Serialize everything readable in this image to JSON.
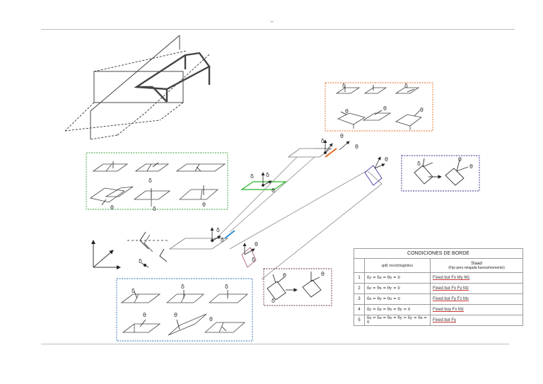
{
  "page": {
    "header_mark": "–"
  },
  "symbols": {
    "theta": "θ",
    "delta": "δ"
  },
  "colors": {
    "green_box": "#3aa03a",
    "orange_box": "#e06a1a",
    "blue_box": "#2a6fb5",
    "navy_box": "#2a2a8a",
    "maroon_box": "#6a2a3a",
    "green_plate_edge": "#2bb52b",
    "orange_plate_edge": "#e0641a",
    "blue_plate_edge": "#2a8ad0",
    "purple_plate_edge": "#5a4ab0"
  },
  "table": {
    "title": "CONDICIONES DE BORDE",
    "col_gdl": "gdl restringidos",
    "col_staad": "Staad",
    "col_staad_sub": "(Fijo pero relajada fuerza/momento)",
    "rows": [
      {
        "num": "1",
        "gdl": "δy = δz = θx = 0",
        "staad": "Fixed but Fx My Mz"
      },
      {
        "num": "2",
        "gdl": "δz = θx = θy = 0",
        "staad": "Fixed but Fx Fy Mz"
      },
      {
        "num": "3",
        "gdl": "δx = θy = θz = 0",
        "staad": "Fixed but Fy Fz Mx"
      },
      {
        "num": "4",
        "gdl": "δy = δz = θx = θy = 0",
        "staad": "Fixed buy Fx Mz"
      },
      {
        "num": "5",
        "gdl": "δx = δz = θx = θy = δy = θz = 0",
        "staad": "Fixed but Fy"
      }
    ]
  }
}
